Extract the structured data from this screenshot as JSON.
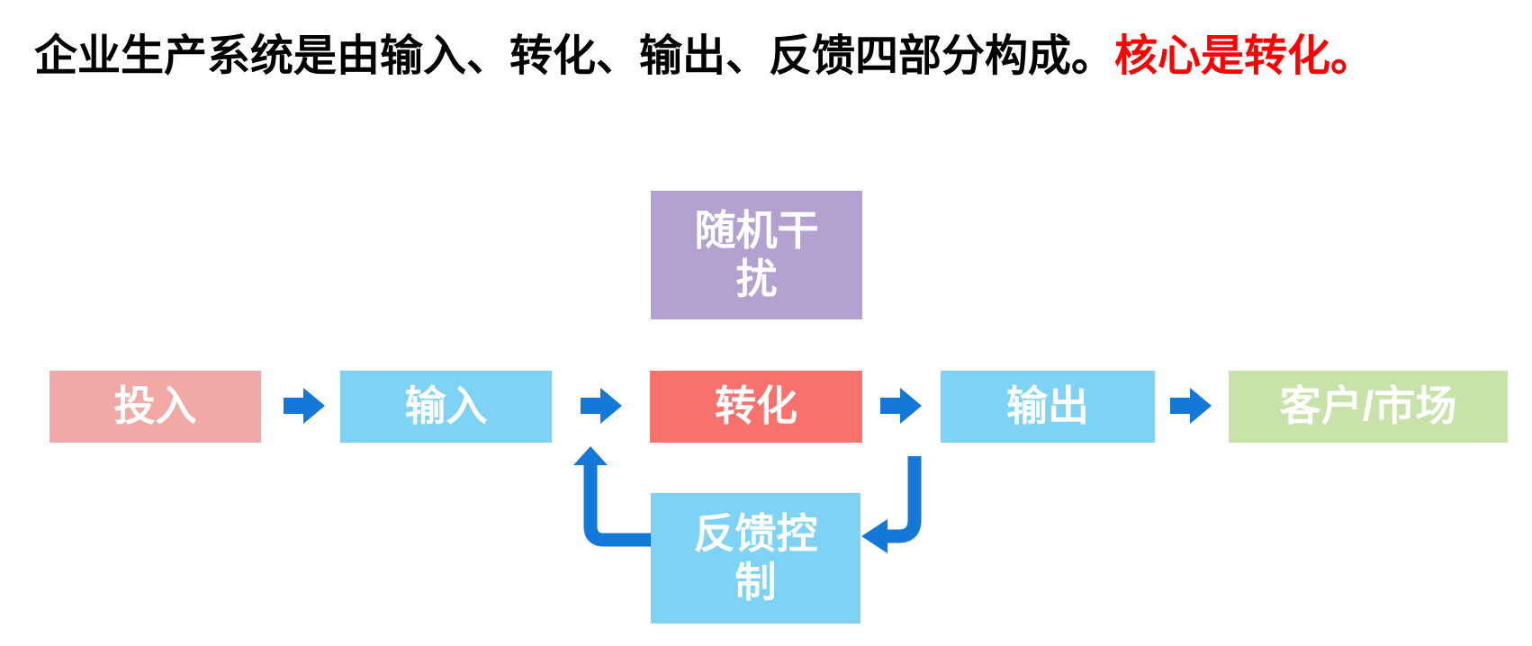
{
  "title": {
    "main": "企业生产系统是由输入、转化、输出、反馈四部分构成。",
    "highlight": "核心是转化。",
    "highlight_color": "#fe0000"
  },
  "diagram": {
    "text_color": "#ffffff",
    "arrow_color": "#1378d8",
    "disturbance_box": {
      "label": "随机干\n扰",
      "color": "#b3a2cf"
    },
    "flow_boxes": [
      {
        "label": "投入",
        "color": "#f2a8a5"
      },
      {
        "label": "输入",
        "color": "#7ed3f5"
      },
      {
        "label": "转化",
        "color": "#f9716c"
      },
      {
        "label": "输出",
        "color": "#7ed3f5"
      },
      {
        "label": "客户/市场",
        "color": "#c9e2aa"
      }
    ],
    "feedback_box": {
      "label": "反馈控\n制",
      "color": "#7ed3f5"
    }
  }
}
